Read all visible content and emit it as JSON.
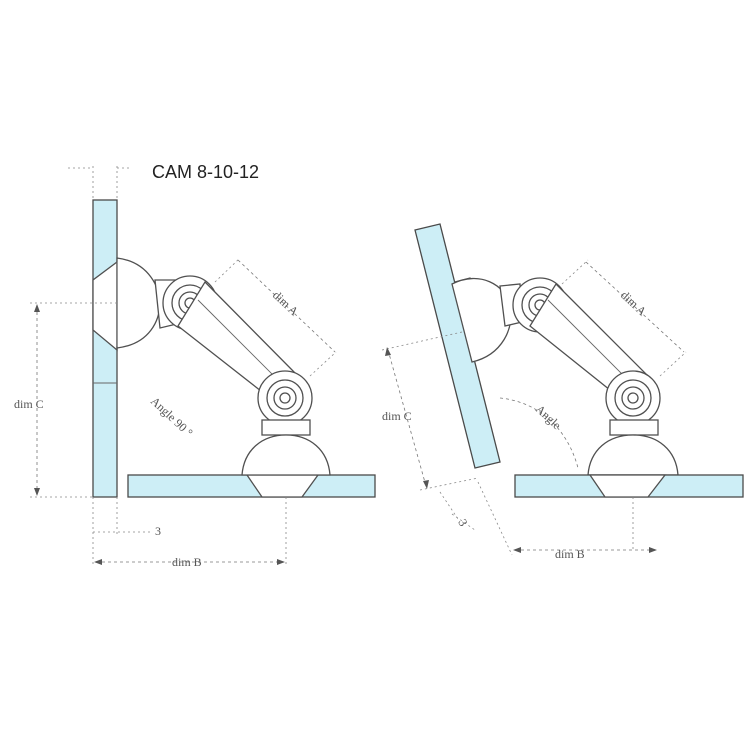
{
  "title": "CAM 8-10-12",
  "labels": {
    "dim_a": "dim A",
    "dim_b": "dim B",
    "dim_c": "dim C",
    "three": "3",
    "angle_90": "Angle 90 °",
    "angle": "Angle"
  },
  "colors": {
    "glass_fill": "#cdeef6",
    "line": "#4a4a4a",
    "dimension": "#777777"
  }
}
